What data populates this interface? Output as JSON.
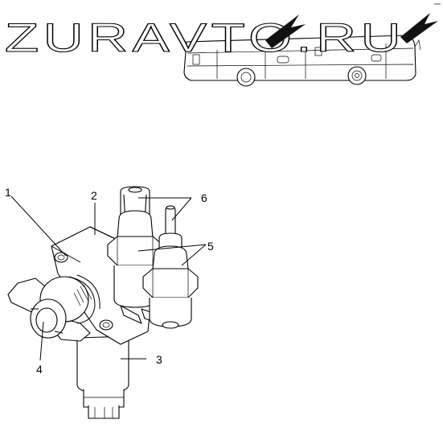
{
  "watermark": {
    "text": "ZURAVTO.RU"
  },
  "callouts": [
    {
      "id": "1",
      "text": "1"
    },
    {
      "id": "2",
      "text": "2"
    },
    {
      "id": "3",
      "text": "3"
    },
    {
      "id": "4",
      "text": "4"
    },
    {
      "id": "5",
      "text": "5"
    },
    {
      "id": "6",
      "text": "6"
    }
  ],
  "colors": {
    "line": "#000000",
    "background": "#ffffff",
    "watermark_arrow": "#111111"
  }
}
